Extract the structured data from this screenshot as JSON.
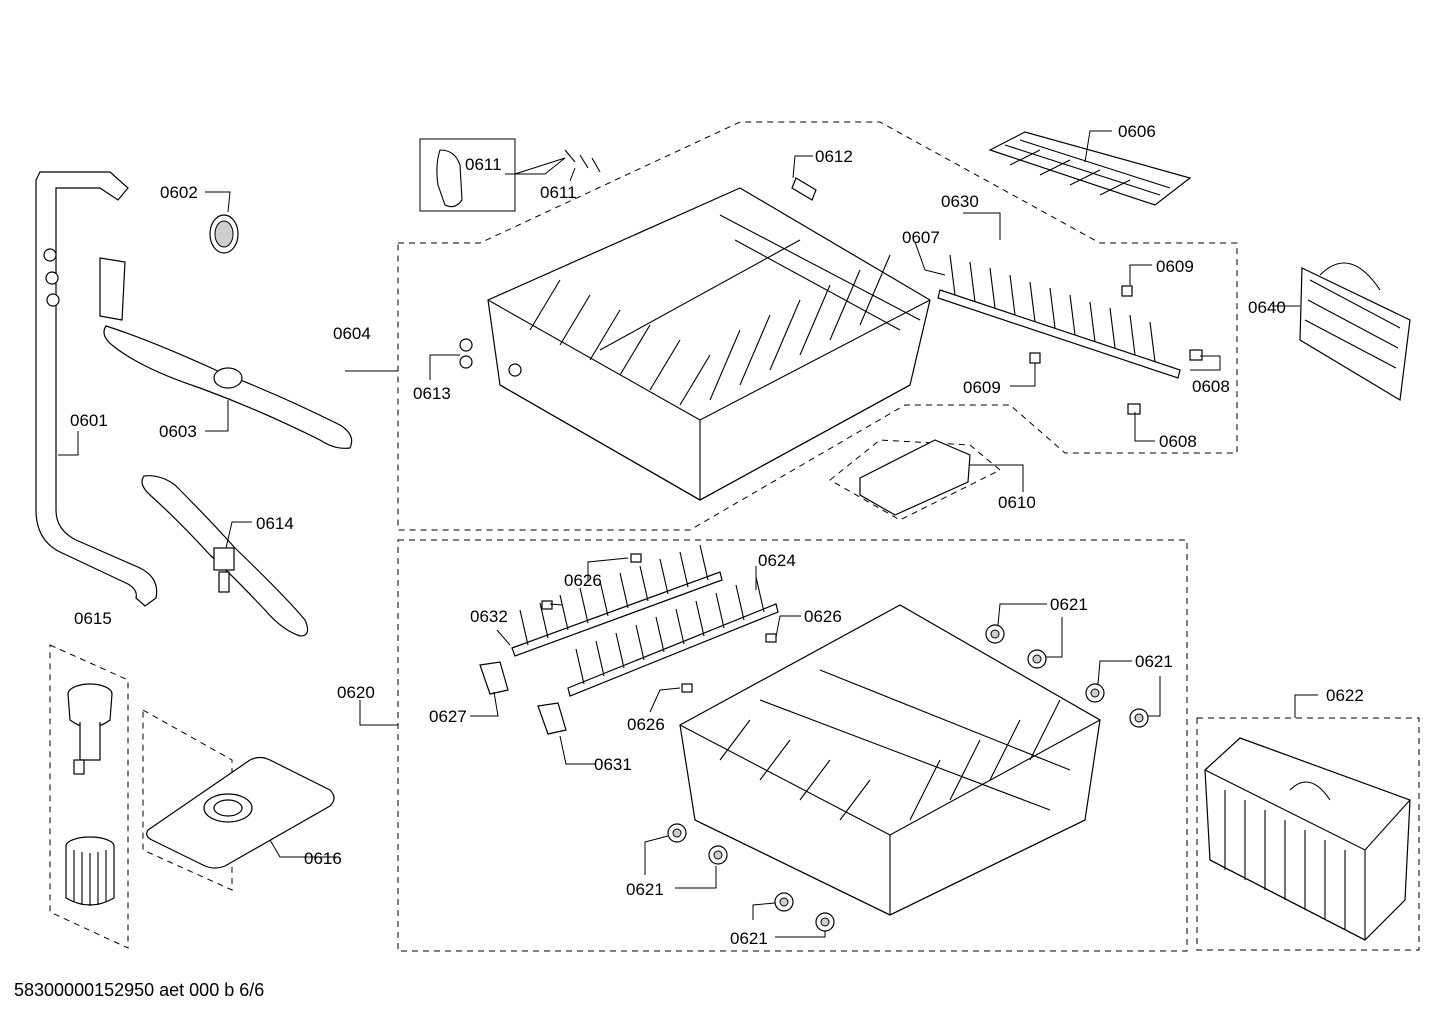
{
  "labels": {
    "p0601": "0601",
    "p0602": "0602",
    "p0603": "0603",
    "p0604": "0604",
    "p0606": "0606",
    "p0607": "0607",
    "p0608a": "0608",
    "p0608b": "0608",
    "p0609a": "0609",
    "p0609b": "0609",
    "p0610": "0610",
    "p0611a": "0611",
    "p0611b": "0611",
    "p0612": "0612",
    "p0613": "0613",
    "p0614": "0614",
    "p0615": "0615",
    "p0616": "0616",
    "p0620": "0620",
    "p0621a": "0621",
    "p0621b": "0621",
    "p0621c": "0621",
    "p0621d": "0621",
    "p0622": "0622",
    "p0624": "0624",
    "p0626a": "0626",
    "p0626b": "0626",
    "p0626c": "0626",
    "p0627": "0627",
    "p0630": "0630",
    "p0631": "0631",
    "p0632": "0632",
    "p0640": "0640"
  },
  "footer": "58300000152950 aet 000 b 6/6"
}
